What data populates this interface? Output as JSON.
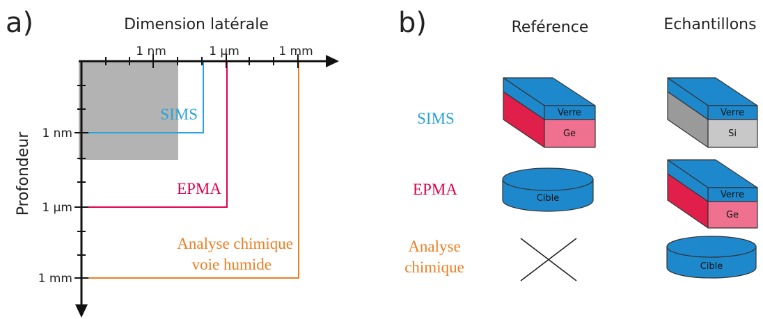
{
  "colors": {
    "sims": "#29a3d8",
    "epma": "#e0004d",
    "chem": "#ee7d22",
    "gray_box": "#b3b3b3",
    "blue_face": "#1e88cc",
    "pink_face": "#f07090",
    "red_face": "#e0204a",
    "light_gray": "#c8c8c8",
    "mid_gray": "#9a9a9a"
  },
  "panel_a": {
    "letter": "a)",
    "x_title": "Dimension latérale",
    "y_title": "Profondeur",
    "x_ticks": [
      "1 nm",
      "1 µm",
      "1 mm"
    ],
    "y_ticks": [
      "1 nm",
      "1 µm",
      "1 mm"
    ],
    "regions": {
      "sims": "SIMS",
      "epma": "EPMA",
      "chem_line1": "Analyse chimique",
      "chem_line2": "voie humide"
    }
  },
  "panel_b": {
    "letter": "b)",
    "col_reference": "Reférence",
    "col_samples": "Echantillons",
    "rows": {
      "sims": "SIMS",
      "epma": "EPMA",
      "chem_line1": "Analyse",
      "chem_line2": "chimique"
    },
    "labels": {
      "verre": "Verre",
      "ge": "Ge",
      "si": "Si",
      "cible": "Cible"
    }
  }
}
